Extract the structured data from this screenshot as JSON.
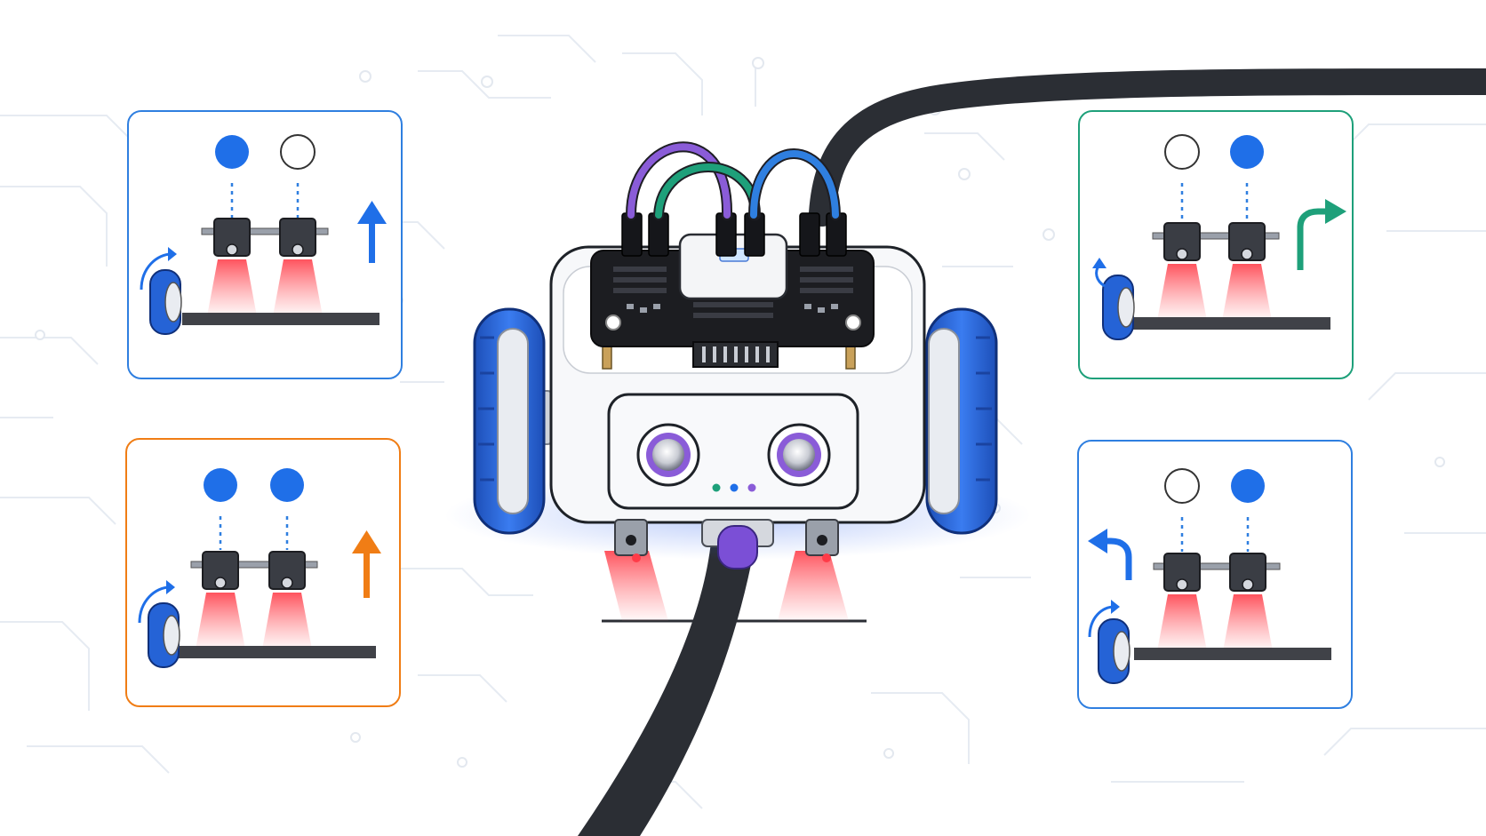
{
  "colors": {
    "background": "#ffffff",
    "circuit_trace": "#e6ebf2",
    "track": "#2b2e34",
    "blue_accent": "#1f6fe8",
    "orange_accent": "#f07d15",
    "green_accent": "#1ea07a",
    "sensor_beam": "#ff5a5f",
    "wheel_blue": "#2563d6",
    "board_black": "#1c1d21",
    "chassis_white": "#f7f8fa",
    "eye_purple": "#8a5cd8",
    "caster_purple": "#7b4fd6"
  },
  "panels": [
    {
      "id": "top-left",
      "border_color": "#2f7fe0",
      "left_sensor": "on",
      "right_sensor": "off",
      "direction": "straight",
      "arrow_color": "#1f6fe8",
      "wheel_spin": "forward"
    },
    {
      "id": "bottom-left",
      "border_color": "#f07d15",
      "left_sensor": "on",
      "right_sensor": "on",
      "direction": "straight",
      "arrow_color": "#f07d15",
      "wheel_spin": "forward"
    },
    {
      "id": "top-right",
      "border_color": "#1ea07a",
      "left_sensor": "off",
      "right_sensor": "on",
      "direction": "turn-right",
      "arrow_color": "#1ea07a",
      "wheel_spin": "backward"
    },
    {
      "id": "bottom-right",
      "border_color": "#2f7fe0",
      "left_sensor": "off",
      "right_sensor": "on",
      "direction": "turn-left",
      "arrow_color": "#1f6fe8",
      "wheel_spin": "forward"
    }
  ],
  "robot": {
    "sensor_count": 2,
    "wheel_count": 2,
    "status_leds": [
      "#1ea07a",
      "#1f6fe8",
      "#8a5cd8"
    ],
    "jumper_wires": [
      "#8a5cd8",
      "#1ea07a",
      "#2f7fe0"
    ]
  }
}
